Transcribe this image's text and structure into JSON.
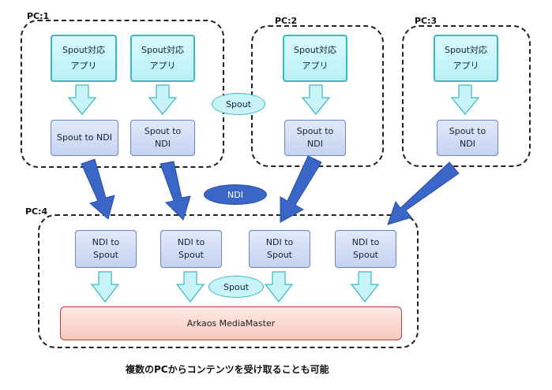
{
  "pc_labels": [
    "PC:1",
    "PC:2",
    "PC:3",
    "PC:4"
  ],
  "app_label_line1": "Spout対応",
  "app_label_line2": "アプリ",
  "spout_to_ndi": "Spout to NDI",
  "spout_to_ndi_line1": "Spout to",
  "spout_to_ndi_line2": "NDI",
  "ndi_to_spout_line1": "NDI to",
  "ndi_to_spout_line2": "Spout",
  "spout_ellipse": "Spout",
  "ndi_ellipse": "NDI",
  "master_label": "Arkaos MediaMaster",
  "caption": "複数のPCからコンテンツを受け取ることも可能",
  "colors": {
    "app_border": "#3ab7c4",
    "converter_fill": "#c5d3f1",
    "ndi_arrow": "#3a66c8",
    "spout_arrow": "#c8f4f7",
    "master_border": "#c23a3a"
  }
}
